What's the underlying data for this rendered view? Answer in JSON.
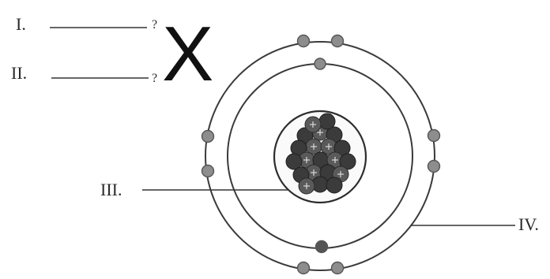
{
  "labels": {
    "i": "I.",
    "ii": "II.",
    "iii": "III.",
    "iv": "IV.",
    "q1": "?",
    "q2": "?",
    "x_symbol": "X"
  },
  "colors": {
    "ink": "#2a2a2a",
    "electron": "#8d8d8d",
    "proton": "#5a5a5a",
    "neutron": "#3b3b3b"
  }
}
